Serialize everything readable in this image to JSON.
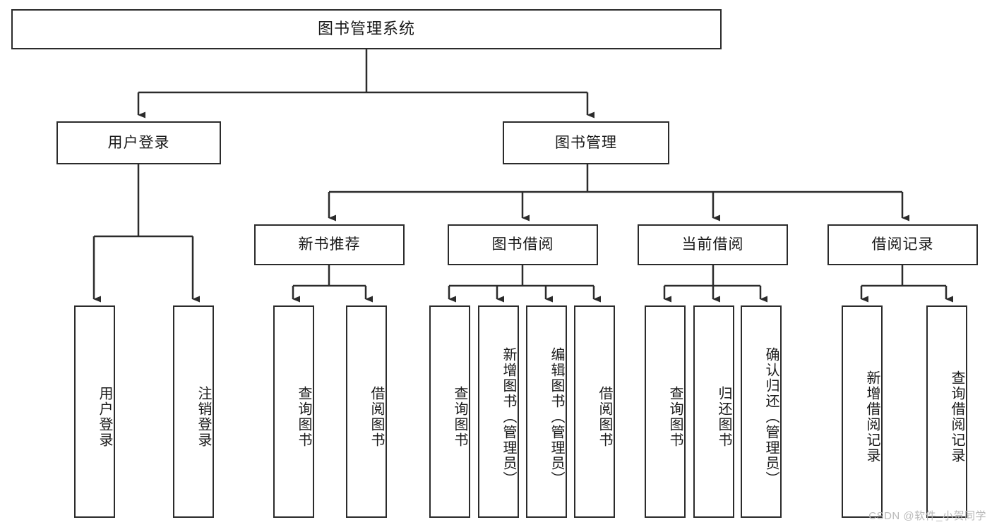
{
  "diagram": {
    "title": "图书管理系统",
    "type": "hierarchy-tree",
    "watermark": "CSDN @软件_小贺同学",
    "colors": {
      "background": "#ffffff",
      "box_border": "#2b2b2b",
      "box_fill": "#ffffff",
      "edge": "#2b2b2b",
      "text": "#1a1a1a",
      "watermark": "#b9b9b9"
    },
    "root": {
      "label": "图书管理系统"
    },
    "level2": [
      {
        "label": "用户登录"
      },
      {
        "label": "图书管理"
      }
    ],
    "level3": [
      {
        "label": "新书推荐"
      },
      {
        "label": "图书借阅"
      },
      {
        "label": "当前借阅"
      },
      {
        "label": "借阅记录"
      }
    ],
    "leaves": [
      {
        "label": "用户登录",
        "parent": "用户登录"
      },
      {
        "label": "注销登录",
        "parent": "用户登录"
      },
      {
        "label": "查询图书",
        "parent": "新书推荐"
      },
      {
        "label": "借阅图书",
        "parent": "新书推荐"
      },
      {
        "label": "查询图书",
        "parent": "图书借阅"
      },
      {
        "label": "新增图书（管理员）",
        "parent": "图书借阅"
      },
      {
        "label": "编辑图书（管理员）",
        "parent": "图书借阅"
      },
      {
        "label": "借阅图书",
        "parent": "图书借阅"
      },
      {
        "label": "查询图书",
        "parent": "当前借阅"
      },
      {
        "label": "归还图书",
        "parent": "当前借阅"
      },
      {
        "label": "确认归还（管理员）",
        "parent": "当前借阅"
      },
      {
        "label": "新增借阅记录",
        "parent": "借阅记录"
      },
      {
        "label": "查询借阅记录",
        "parent": "借阅记录"
      }
    ]
  }
}
